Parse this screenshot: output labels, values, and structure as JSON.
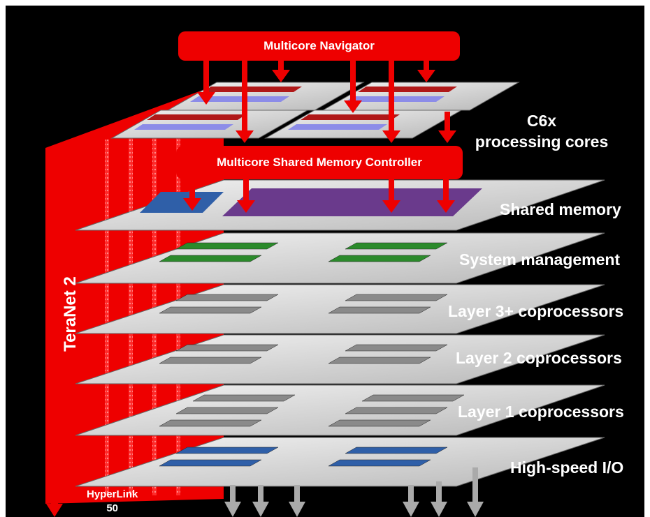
{
  "colors": {
    "background": "#000000",
    "accent_red": "#ee0000",
    "plane": "#d4d4d4",
    "chip_red": "#b01818",
    "chip_violet": "#8c8ce8",
    "chip_blue": "#2f5fa8",
    "chip_purple": "#6a3a8c",
    "chip_green": "#2b8a2b",
    "chip_gray": "#8a8a8a",
    "io_arrow": "#aaaaaa"
  },
  "navigator": {
    "label": "Multicore Navigator"
  },
  "msmc": {
    "label": "Multicore  Shared Memory Controller"
  },
  "teranet": {
    "label": "TeraNet 2"
  },
  "hyperlink": {
    "line1": "HyperLink",
    "line2": "50"
  },
  "layers": [
    {
      "id": "cores",
      "label_line1": "C6x",
      "label_line2": "processing cores",
      "chip_color": "chip_red"
    },
    {
      "id": "shared-memory",
      "label": "Shared memory",
      "chip_color": "chip_purple"
    },
    {
      "id": "system-management",
      "label": "System management",
      "chip_color": "chip_green"
    },
    {
      "id": "layer3",
      "label": "Layer 3+ coprocessors",
      "chip_color": "chip_gray"
    },
    {
      "id": "layer2",
      "label": "Layer 2 coprocessors",
      "chip_color": "chip_gray"
    },
    {
      "id": "layer1",
      "label": "Layer 1 coprocessors",
      "chip_color": "chip_gray"
    },
    {
      "id": "high-speed-io",
      "label": "High-speed I/O",
      "chip_color": "chip_blue"
    }
  ]
}
